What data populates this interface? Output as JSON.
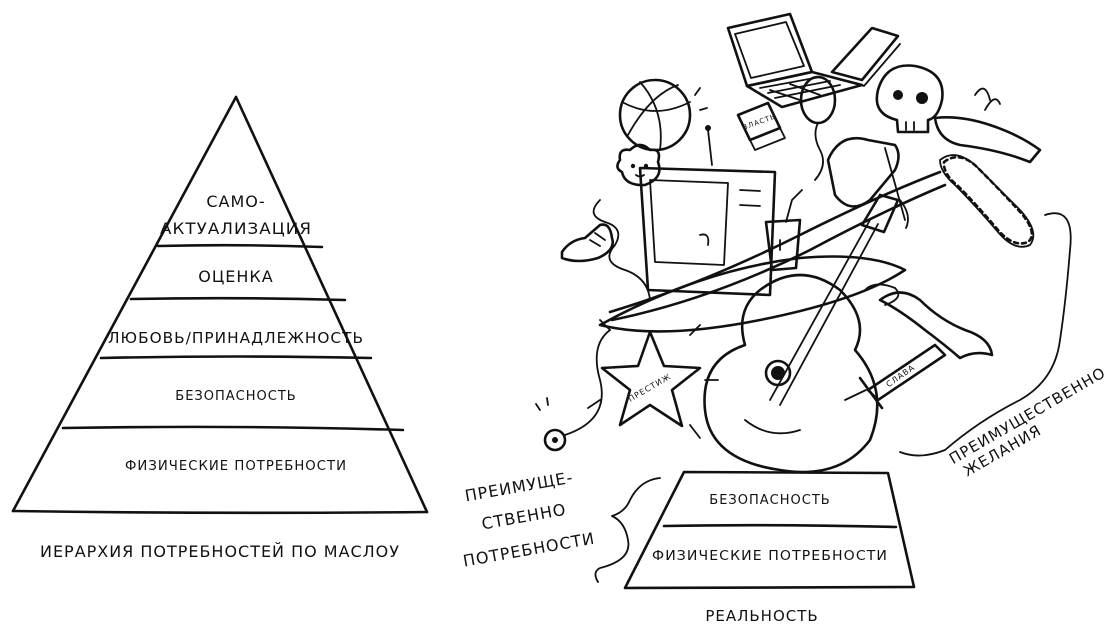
{
  "maslow": {
    "title": "ИЕРАРХИЯ ПОТРЕБНОСТЕЙ ПО МАСЛОУ",
    "levels": [
      {
        "line1": "САМО-",
        "line2": "АКТУАЛИЗАЦИЯ"
      },
      {
        "line1": "ОЦЕНКА"
      },
      {
        "line1": "ЛЮБОВЬ/ПРИНАДЛЕЖНОСТЬ"
      },
      {
        "line1": "БЕЗОПАСНОСТЬ"
      },
      {
        "line1": "ФИЗИЧЕСКИЕ ПОТРЕБНОСТИ"
      }
    ]
  },
  "reality": {
    "title": "РЕАЛЬНОСТЬ",
    "levels": [
      "БЕЗОПАСНОСТЬ",
      "ФИЗИЧЕСКИЕ ПОТРЕБНОСТИ"
    ],
    "needs_label": [
      "ПРЕИМУЩЕ-",
      "СТВЕННО",
      "ПОТРЕБНОСТИ"
    ],
    "wants_label": [
      "ПРЕИМУЩЕСТВЕННО",
      "ЖЕЛАНИЯ"
    ],
    "item_labels": {
      "book": "ВЛАСТЬ",
      "star": "ПРЕСТИЖ",
      "sword": "СЛАВА"
    }
  }
}
